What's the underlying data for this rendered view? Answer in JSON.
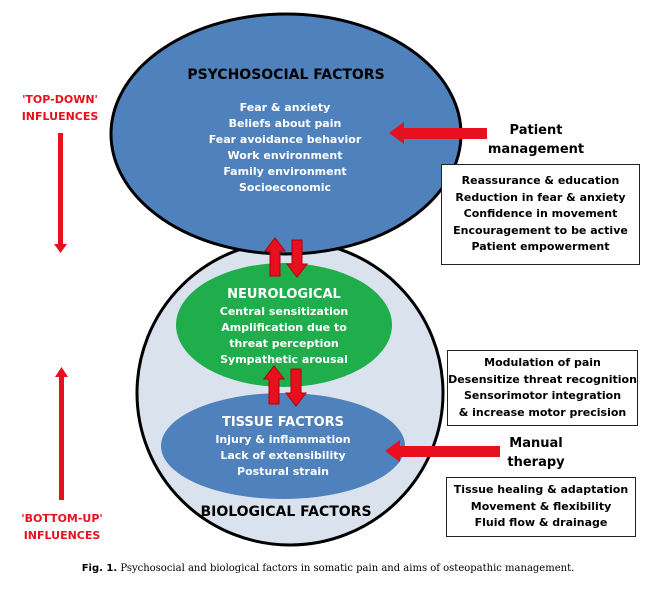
{
  "colors": {
    "psychosocial_fill": "#4f81bd",
    "biological_fill": "#dae3ed",
    "neurological_fill": "#1fae4b",
    "tissue_fill": "#4f81bd",
    "arrow": "#e8101e",
    "influence_text": "#e8101e"
  },
  "psychosocial": {
    "title": "PSYCHOSOCIAL FACTORS",
    "items": [
      "Fear & anxiety",
      "Beliefs about pain",
      "Fear avoidance behavior",
      "Work environment",
      "Family environment",
      "Socioeconomic"
    ]
  },
  "biological": {
    "title": "BIOLOGICAL FACTORS"
  },
  "neurological": {
    "title": "NEUROLOGICAL",
    "items": [
      "Central sensitization",
      "Amplification due to",
      "threat perception",
      "Sympathetic arousal"
    ]
  },
  "tissue": {
    "title": "TISSUE FACTORS",
    "items": [
      "Injury & inflammation",
      "Lack of extensibility",
      "Postural strain"
    ]
  },
  "influences": {
    "top_down": [
      "'TOP-DOWN'",
      "INFLUENCES"
    ],
    "bottom_up": [
      "'BOTTOM-UP'",
      "INFLUENCES"
    ]
  },
  "patient_management": {
    "label": [
      "Patient",
      "management"
    ],
    "box": [
      "Reassurance & education",
      "Reduction in fear & anxiety",
      "Confidence in movement",
      "Encouragement to be active",
      "Patient empowerment"
    ]
  },
  "manual_therapy": {
    "label": [
      "Manual",
      "therapy"
    ],
    "box_top": [
      "Modulation of pain",
      "Desensitize threat recognition",
      "Sensorimotor integration",
      "& increase motor precision"
    ],
    "box_bottom": [
      "Tissue healing & adaptation",
      "Movement & flexibility",
      "Fluid flow & drainage"
    ]
  },
  "caption": {
    "label": "Fig. 1.",
    "text": "Psychosocial and biological factors in somatic pain and aims of osteopathic management."
  }
}
